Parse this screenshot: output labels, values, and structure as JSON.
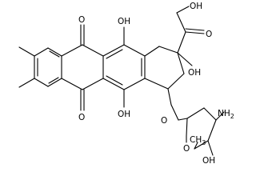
{
  "diagram": {
    "type": "chemical-structure",
    "atom_labels": {
      "o_quinone_top": "O",
      "o_quinone_bottom": "O",
      "oh_top": "OH",
      "oh_bottom": "OH",
      "oh_ring": "OH",
      "oh_chain": "OH",
      "o_ketone": "O",
      "o_glycosidic": "O",
      "o_sugar_ring": "O",
      "nh2": "NH",
      "nh2_sub": "2",
      "oh_sugar": "OH",
      "ch3_sugar": "CH",
      "ch3_sub": "3"
    }
  }
}
